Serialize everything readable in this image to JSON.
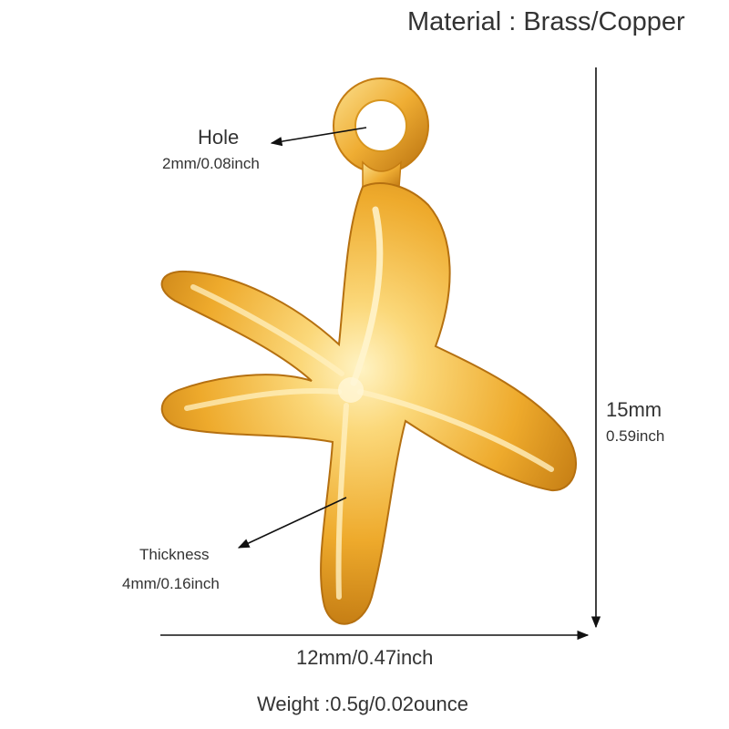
{
  "material": "Material : Brass/Copper",
  "hole": {
    "label": "Hole",
    "size": "2mm/0.08inch"
  },
  "thickness": {
    "label": "Thickness",
    "size": "4mm/0.16inch"
  },
  "height": {
    "mm": "15mm",
    "inch": "0.59inch"
  },
  "width": {
    "label": "12mm/0.47inch"
  },
  "weight": "Weight :0.5g/0.02ounce",
  "icons": [
    "starfish-pendant-icon",
    "arrow-icon"
  ],
  "colors": {
    "gold_light": "#fbd87a",
    "gold_mid": "#eeaa2c",
    "gold_dark": "#b86f0c",
    "text": "#333333",
    "line": "#111111"
  }
}
